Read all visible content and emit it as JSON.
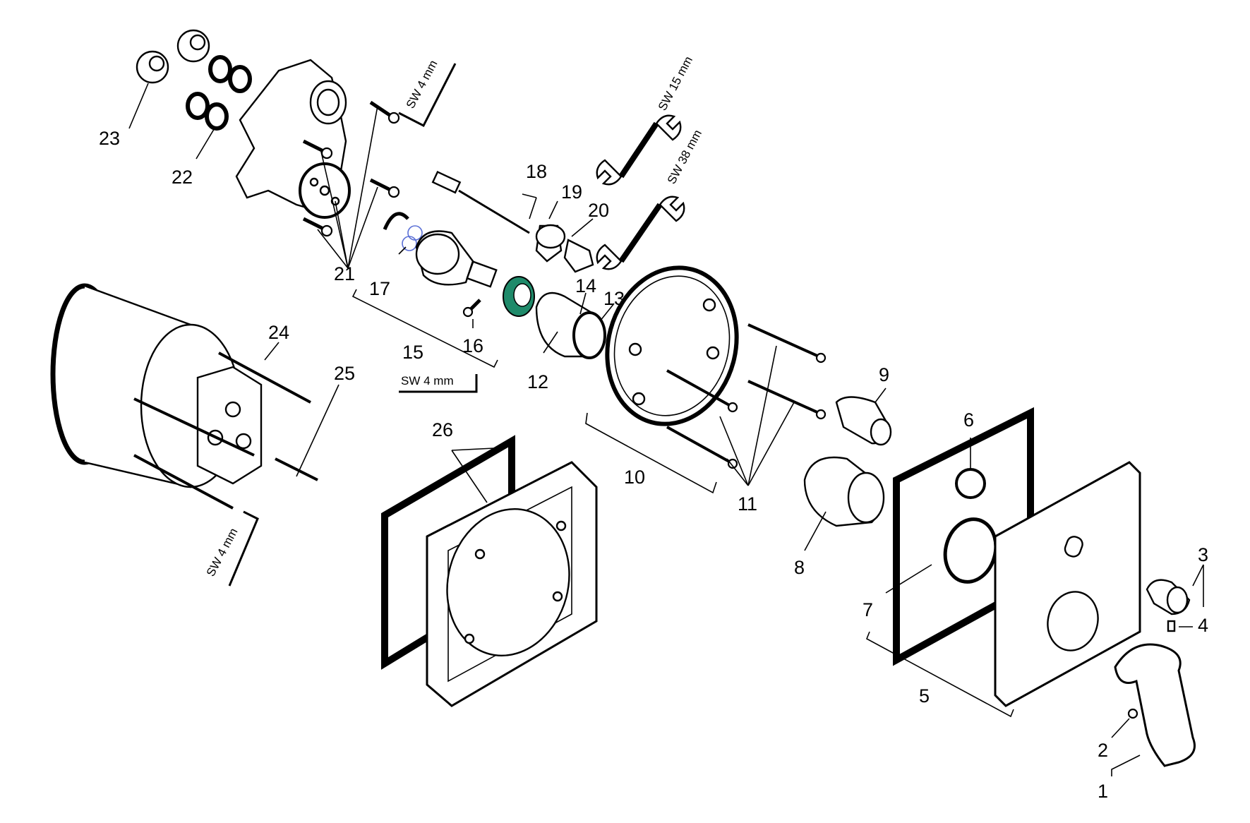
{
  "labels": {
    "n1": "1",
    "n2": "2",
    "n3": "3",
    "n4": "4",
    "n5": "5",
    "n6": "6",
    "n7": "7",
    "n8": "8",
    "n9": "9",
    "n10": "10",
    "n11": "11",
    "n12": "12",
    "n13": "13",
    "n14": "14",
    "n15": "15",
    "n16": "16",
    "n17": "17",
    "n18": "18",
    "n19": "19",
    "n20": "20",
    "n21": "21",
    "n22": "22",
    "n23": "23",
    "n24": "24",
    "n25": "25",
    "n26": "26"
  },
  "tools": {
    "hex_top": "SW 4 mm",
    "hex_mid": "SW 4 mm",
    "hex_left": "SW 4 mm",
    "wrench_15": "SW 15 mm",
    "wrench_38": "SW 38 mm"
  },
  "colors": {
    "line": "#000000",
    "highlight_ring": "#1f8a6a",
    "highlight_oring": "#5a6fd6"
  }
}
